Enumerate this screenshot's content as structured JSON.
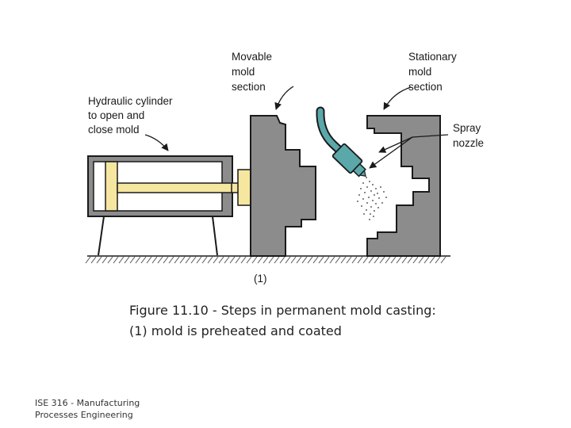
{
  "diagram": {
    "labels": {
      "hydraulic": [
        "Hydraulic cylinder",
        "to open and",
        "close mold"
      ],
      "movable": [
        "Movable",
        "mold",
        "section"
      ],
      "stationary": [
        "Stationary",
        "mold",
        "section"
      ],
      "spray": [
        "Spray",
        "nozzle"
      ],
      "step": "(1)"
    },
    "colors": {
      "mold_gray": "#8c8c8c",
      "rod_yellow": "#f5e6a0",
      "nozzle_teal": "#5aa8aa",
      "outline": "#1a1a1a"
    }
  },
  "caption": {
    "line1": "Figure 11.10 ‑ Steps in permanent mold casting:",
    "line2": "(1) mold is preheated and coated"
  },
  "footer": {
    "line1": "ISE 316  -  Manufacturing",
    "line2": "Processes Engineering"
  }
}
